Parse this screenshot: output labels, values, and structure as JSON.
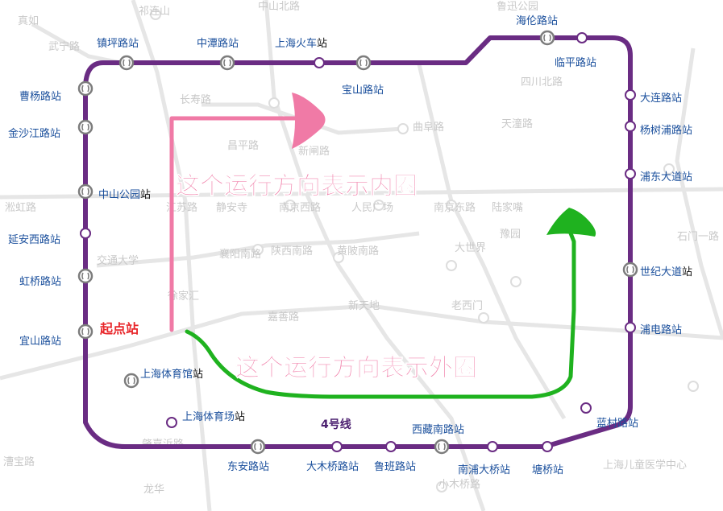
{
  "line": {
    "name": "4号线",
    "color": "#6a2c83"
  },
  "annotations": {
    "start_label": "起点站",
    "inner_text": "这个运行方向表示内圈",
    "outer_text": "这个运行方向表示外圈",
    "inner_color": "#f07aa6",
    "outer_color": "#1fb21f",
    "start_label_color": "#e8262a"
  },
  "stations": {
    "zhenping": {
      "name": "镇坪路站"
    },
    "zhongtan": {
      "name": "中潭路站"
    },
    "shanghai_railway": {
      "name_blue": "上海火车",
      "name_black": "站"
    },
    "baoshan": {
      "name": "宝山路站"
    },
    "hailun": {
      "name": "海伦路站"
    },
    "linping": {
      "name": "临平路站"
    },
    "dalian": {
      "name": "大连路站"
    },
    "yangshupu": {
      "name": "杨树浦路站"
    },
    "pudong_dadao": {
      "name": "浦东大道站"
    },
    "shiji_dadao": {
      "name_blue": "世纪大道",
      "name_black": "站"
    },
    "pudian": {
      "name": "浦电路站"
    },
    "lancun": {
      "name": "蓝村路站"
    },
    "tangqiao": {
      "name": "塘桥站"
    },
    "nanpu_bridge": {
      "name": "南浦大桥站"
    },
    "luban": {
      "name": "鲁班路站"
    },
    "damuqiao": {
      "name": "大木桥路站"
    },
    "xizang_south": {
      "name": "西藏南路站"
    },
    "dongan": {
      "name": "东安路站"
    },
    "stadium": {
      "name_blue": "上海体育场",
      "name_black": "站"
    },
    "gymnasium": {
      "name_blue": "上海体育馆",
      "name_black": "站"
    },
    "yishan": {
      "name": "宜山路站"
    },
    "hongqiao": {
      "name": "虹桥路站"
    },
    "yanan_west": {
      "name": "延安西路站"
    },
    "zhongshan_park": {
      "name_blue": "中山公园",
      "name_black": "站"
    },
    "jinshajiang": {
      "name": "金沙江路站"
    },
    "caoyang": {
      "name": "曹杨路站"
    }
  },
  "background_labels": {
    "zhenru": "真如",
    "qilianshan": "祁连山",
    "wuyi": "武宁路",
    "zhongshan_north": "中山北路",
    "changshou": "长寿路",
    "shimen_1": "石门一路",
    "changping": "昌平路",
    "xinzha": "新闸路",
    "quxi": "曲阜路",
    "tianqian": "天潼路",
    "sichuan_north": "四川北路",
    "jiangsu": "江苏路",
    "nanjing_west": "南京西路",
    "renmin_square": "人民广场",
    "nanjing_east": "南京东路",
    "lujiazui": "陆家嘴",
    "jingan": "静安寺",
    "yuyuan": "豫园",
    "xiaoan": "交通大学",
    "shanxi_south": "陕西南路",
    "huangpi_south": "黄陂南路",
    "dashijie": "大世界",
    "xintiandi": "新天地",
    "laoximen": "老西门",
    "jiashan": "嘉善路",
    "luxun": "鲁迅公园",
    "xiaomuqiao": "小木桥路",
    "shanghai_children_hospital": "上海儿童医学中心",
    "longhua": "龙华",
    "caobao": "漕宝路",
    "zhaojiabang": "肇嘉浜路",
    "songyuan": "淞虹路",
    "xujiahui": "徐家汇",
    "xiangyang": "襄阳南路"
  }
}
